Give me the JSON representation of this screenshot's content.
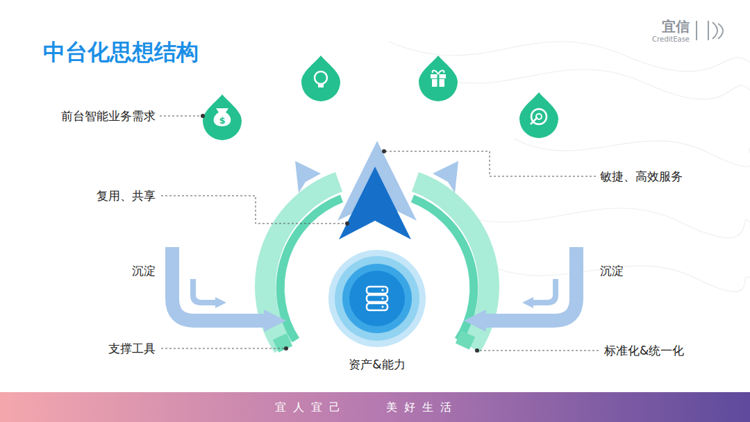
{
  "diagram": {
    "title": "中台化思想结构",
    "nodes": [
      {
        "text": [
          "资产&能力"
        ]
      }
    ],
    "labels": [
      "前台智能业务需求",
      "复用、共享",
      "沉淀",
      "支撑工具",
      "敏捷、高效服务",
      "沉淀",
      "标准化&统一化",
      "宜信",
      "CreditEase",
      "宜人宜己",
      "美好生活"
    ]
  }
}
